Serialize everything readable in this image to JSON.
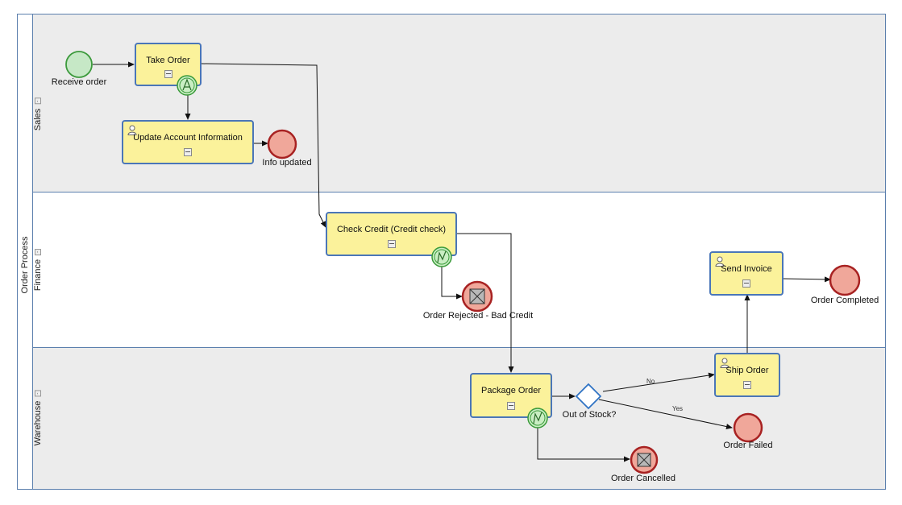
{
  "pool": {
    "name": "Order Process"
  },
  "lanes": [
    {
      "id": "sales",
      "name": "Sales"
    },
    {
      "id": "finance",
      "name": "Finance"
    },
    {
      "id": "warehouse",
      "name": "Warehouse"
    }
  ],
  "tasks": {
    "take_order": "Take Order",
    "update_account": "Update Account Information",
    "check_credit": "Check Credit (Credit check)",
    "send_invoice": "Send Invoice",
    "package_order": "Package Order",
    "ship_order": "Ship Order"
  },
  "events": {
    "receive_order": "Receive order",
    "info_updated": "Info updated",
    "order_rejected": "Order Rejected - Bad Credit",
    "order_completed": "Order Completed",
    "order_failed": "Order Failed",
    "order_cancelled": "Order Cancelled"
  },
  "gateways": {
    "out_of_stock": "Out of Stock?"
  },
  "flow_labels": {
    "no": "No",
    "yes": "Yes"
  },
  "colors": {
    "lane_border": "#5b7fad",
    "lane_shaded": "#ececec",
    "task_fill": "#fbf29b",
    "task_border": "#4a76b8",
    "start_fill": "#c6e8c6",
    "start_stroke": "#3c9a3c",
    "end_fill": "#f0a79a",
    "end_stroke": "#a82222",
    "boundary_fill": "#c9eec3",
    "boundary_stroke": "#3a9a3a"
  },
  "icons": {
    "user_task": "user-icon",
    "boundary_conditional": "lightning-icon",
    "boundary_a": "letter-a-icon",
    "cancel_end": "x-box-icon",
    "gateway": "diamond-icon"
  }
}
